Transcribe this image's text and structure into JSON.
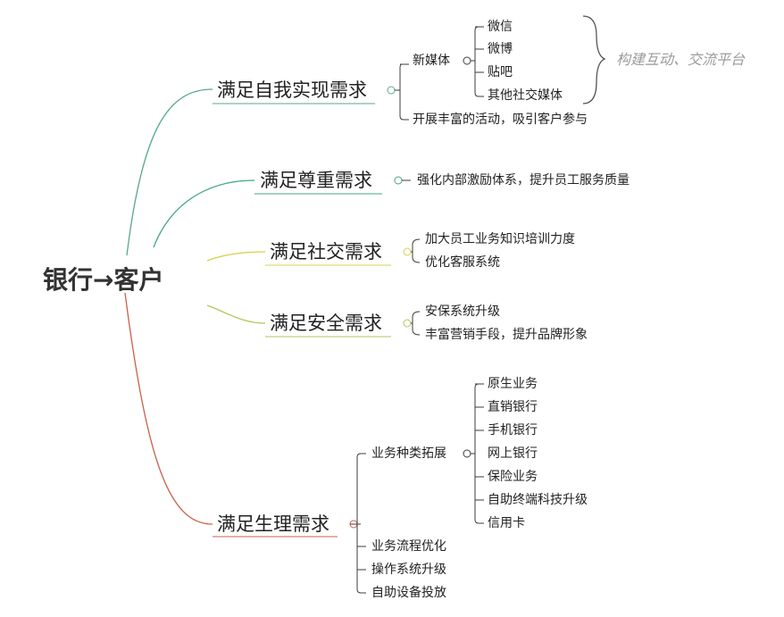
{
  "root": "银行→客户",
  "branches": [
    {
      "label": "满足自我实现需求",
      "items": [
        {
          "label": "新媒体",
          "children": [
            "微信",
            "微博",
            "贴吧",
            "其他社交媒体"
          ],
          "note": "构建互动、交流平台"
        },
        {
          "label": "开展丰富的活动，吸引客户参与"
        }
      ]
    },
    {
      "label": "满足尊重需求",
      "items": [
        {
          "label": "强化内部激励体系，提升员工服务质量"
        }
      ]
    },
    {
      "label": "满足社交需求",
      "items": [
        {
          "label": "加大员工业务知识培训力度"
        },
        {
          "label": "优化客服系统"
        }
      ]
    },
    {
      "label": "满足安全需求",
      "items": [
        {
          "label": "安保系统升级"
        },
        {
          "label": "丰富营销手段，提升品牌形象"
        }
      ]
    },
    {
      "label": "满足生理需求",
      "items": [
        {
          "label": "业务种类拓展",
          "children": [
            "原生业务",
            "直销银行",
            "手机银行",
            "网上银行",
            "保险业务",
            "自助终端科技升级",
            "信用卡"
          ]
        },
        {
          "label": "业务流程优化"
        },
        {
          "label": "操作系统升级"
        },
        {
          "label": "自助设备投放"
        }
      ]
    }
  ],
  "colors": {
    "branch_1": "#5aa88a",
    "branch_2": "#3fa58c",
    "branch_3": "#d8d24a",
    "branch_4": "#b7c45a",
    "branch_5": "#c9604a",
    "leaf_lines": "#3c3c3c",
    "note_text": "#9a9a9a"
  }
}
